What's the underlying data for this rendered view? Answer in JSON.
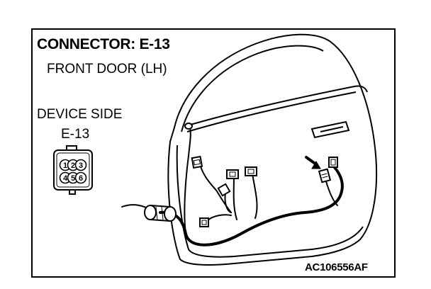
{
  "diagram": {
    "connector_title": "CONNECTOR: E-13",
    "location": "FRONT DOOR (LH)",
    "device_side_label": "DEVICE SIDE",
    "device_connector_id": "E-13",
    "figure_code": "AC106556AF",
    "connector_pins": [
      "1",
      "2",
      "3",
      "4",
      "5",
      "6"
    ],
    "colors": {
      "line": "#000000",
      "background": "#ffffff"
    },
    "icons": [
      "arrow-icon"
    ]
  }
}
